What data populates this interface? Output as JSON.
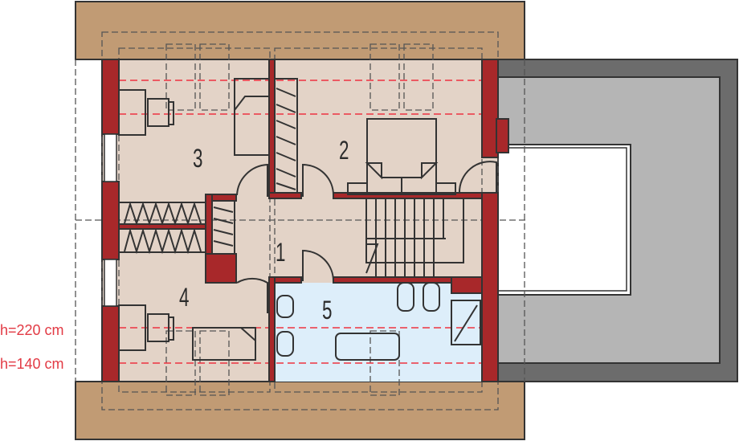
{
  "plan": {
    "rooms": [
      {
        "number": "1"
      },
      {
        "number": "2"
      },
      {
        "number": "3"
      },
      {
        "number": "4"
      },
      {
        "number": "5"
      }
    ],
    "height_labels": [
      "h=220 cm",
      "h=140 cm"
    ],
    "colors": {
      "roof": "#c19b74",
      "floor": "#e3d3c7",
      "bathroom": "#ddeefa",
      "wall": "#a8282a",
      "terrace_outer": "#6c6c6c",
      "terrace_inner": "#b5b5b5",
      "height_line": "#ee3340"
    }
  }
}
